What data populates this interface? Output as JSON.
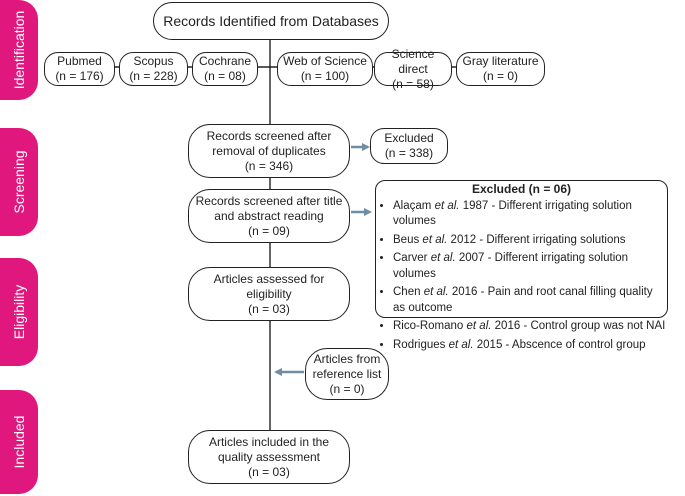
{
  "phases": [
    "Identification",
    "Screening",
    "Eligibility",
    "Included"
  ],
  "top_box": "Records Identified from Databases",
  "sources": [
    {
      "name": "Pubmed",
      "count": "(n = 176)"
    },
    {
      "name": "Scopus",
      "count": "(n = 228)"
    },
    {
      "name": "Cochrane",
      "count": "(n = 08)"
    },
    {
      "name": "Web of Science",
      "count": "(n = 100)"
    },
    {
      "name": "Science direct",
      "count": "(n = 58)"
    },
    {
      "name": "Gray literature",
      "count": "(n = 0)"
    }
  ],
  "screened_dup": {
    "line1": "Records screened after",
    "line2": "removal of duplicates",
    "count": "(n = 346)"
  },
  "excluded_1": {
    "label": "Excluded",
    "count": "(n = 338)"
  },
  "screened_title": {
    "line1": "Records screened after title",
    "line2": "and abstract reading",
    "count": "(n = 09)"
  },
  "excluded_2": {
    "header": "Excluded (n = 06)",
    "items": [
      {
        "author": "Alaçam",
        "etal": "et al.",
        "rest": " 1987 - Different irrigating solution volumes"
      },
      {
        "author": "Beus",
        "etal": "et al.",
        "rest": " 2012 - Different irrigating solutions"
      },
      {
        "author": "Carver",
        "etal": "et al.",
        "rest": " 2007 - Different irrigating solution volumes"
      },
      {
        "author": "Chen",
        "etal": "et al.",
        "rest": " 2016 - Pain and root canal filling quality as outcome"
      },
      {
        "author": "Rico-Romano",
        "etal": "et al.",
        "rest": " 2016 - Control group was not NAI"
      },
      {
        "author": "Rodrigues",
        "etal": "et al.",
        "rest": " 2015 - Abscence of control group"
      }
    ]
  },
  "eligibility": {
    "line1": "Articles assessed for",
    "line2": "eligibility",
    "count": "(n = 03)"
  },
  "reference": {
    "line1": "Articles from",
    "line2": "reference list",
    "count": "(n = 0)"
  },
  "included": {
    "line1": "Articles included in the",
    "line2": "quality assessment",
    "count": "(n = 03)"
  },
  "colors": {
    "phase": "#e0177d",
    "arrow": "#6f8ea3"
  }
}
